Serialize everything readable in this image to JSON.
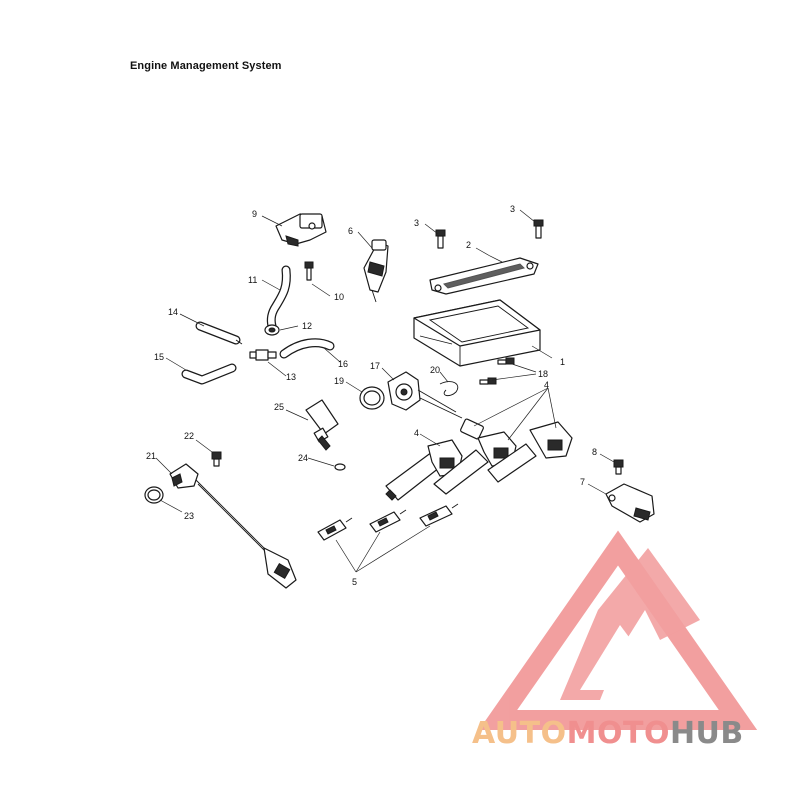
{
  "document": {
    "title": "Engine Management System"
  },
  "callouts": [
    {
      "id": "c1",
      "label": "1"
    },
    {
      "id": "c2",
      "label": "2"
    },
    {
      "id": "c3a",
      "label": "3"
    },
    {
      "id": "c3b",
      "label": "3"
    },
    {
      "id": "c4a",
      "label": "4"
    },
    {
      "id": "c4b",
      "label": "4"
    },
    {
      "id": "c5",
      "label": "5"
    },
    {
      "id": "c6",
      "label": "6"
    },
    {
      "id": "c7",
      "label": "7"
    },
    {
      "id": "c8",
      "label": "8"
    },
    {
      "id": "c9",
      "label": "9"
    },
    {
      "id": "c10",
      "label": "10"
    },
    {
      "id": "c11",
      "label": "11"
    },
    {
      "id": "c12",
      "label": "12"
    },
    {
      "id": "c13",
      "label": "13"
    },
    {
      "id": "c14",
      "label": "14"
    },
    {
      "id": "c15",
      "label": "15"
    },
    {
      "id": "c16",
      "label": "16"
    },
    {
      "id": "c17",
      "label": "17"
    },
    {
      "id": "c18",
      "label": "18"
    },
    {
      "id": "c19",
      "label": "19"
    },
    {
      "id": "c20",
      "label": "20"
    },
    {
      "id": "c21",
      "label": "21"
    },
    {
      "id": "c22",
      "label": "22"
    },
    {
      "id": "c23",
      "label": "23"
    },
    {
      "id": "c24",
      "label": "24"
    },
    {
      "id": "c25",
      "label": "25"
    }
  ],
  "watermark": {
    "part1": "AUTO",
    "part2": "MOTO",
    "part3": "HUB",
    "colors": {
      "auto": "#f5c08a",
      "moto": "#f08f8f",
      "hub": "#8a8a8a",
      "logo": "#f08f8f"
    }
  }
}
